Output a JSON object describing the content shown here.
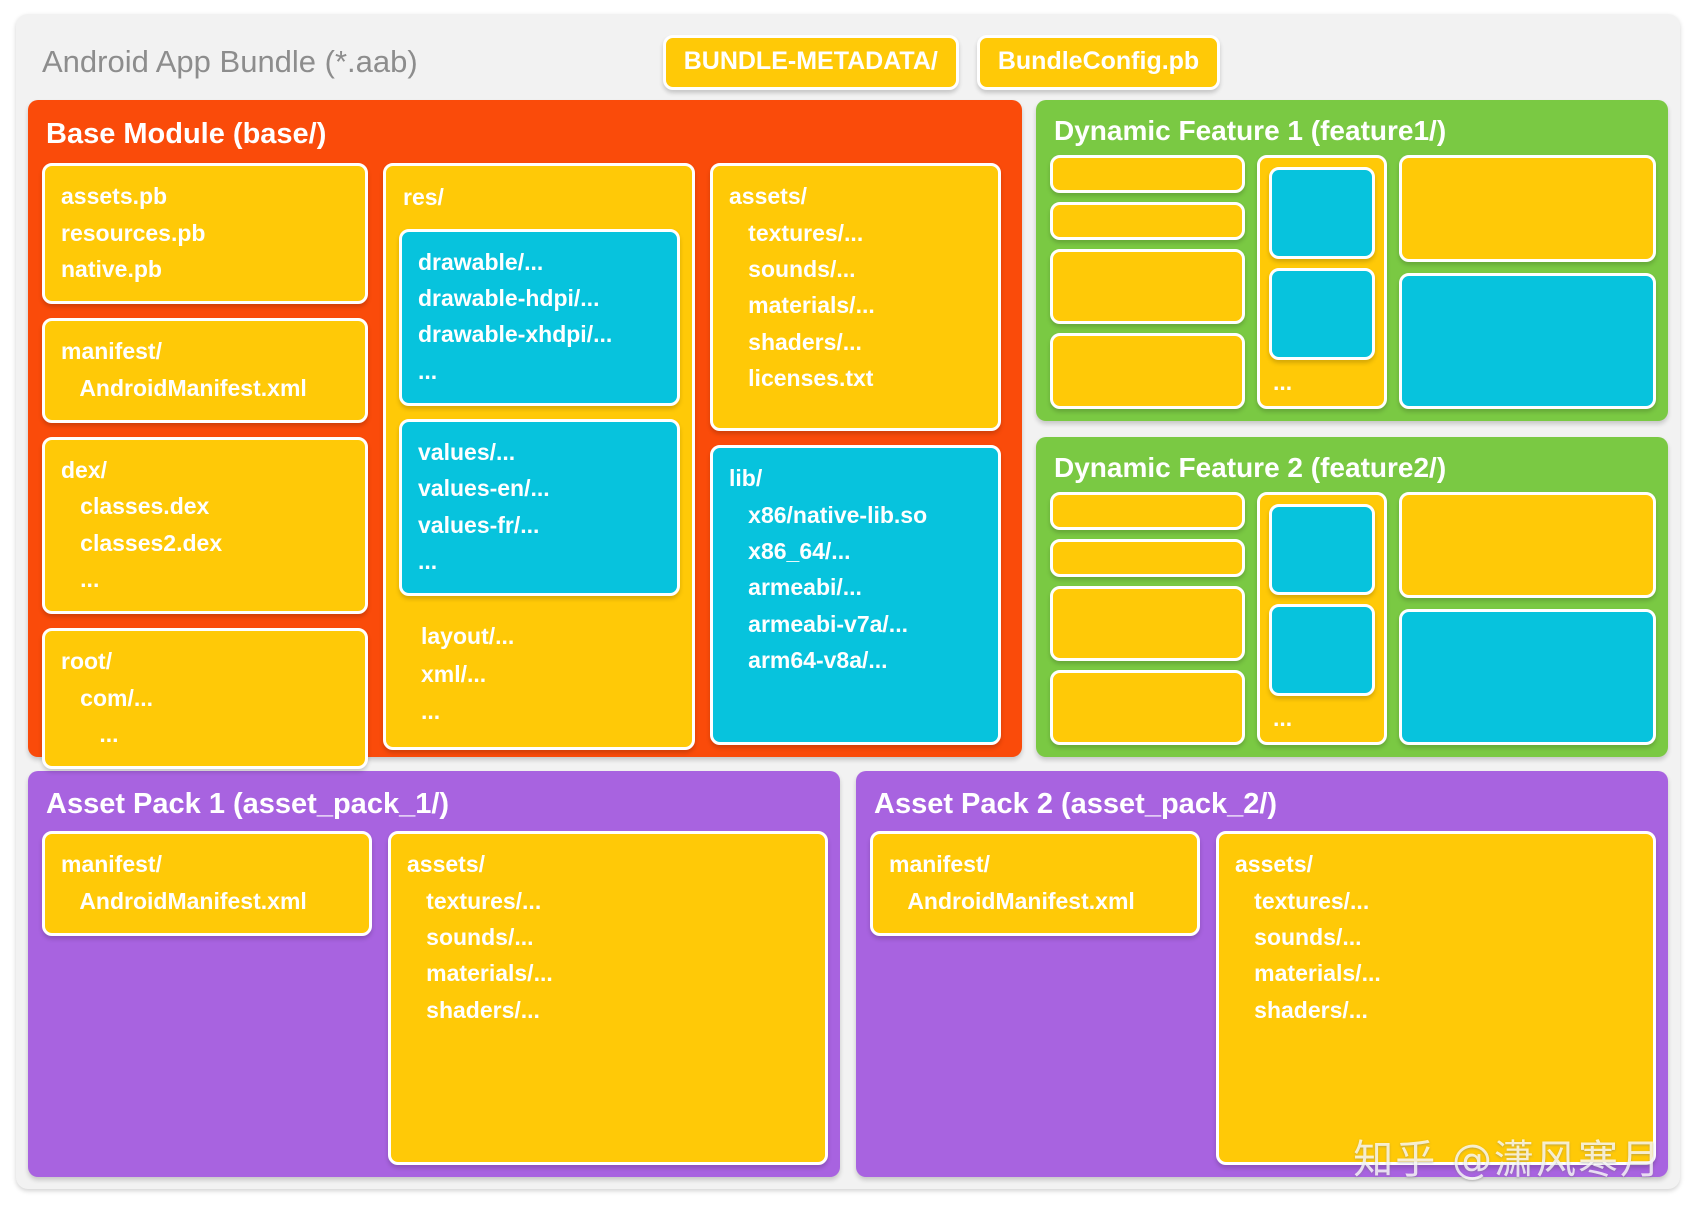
{
  "bundle": {
    "title": "Android App Bundle (*.aab)",
    "badges": [
      "BUNDLE-METADATA/",
      "BundleConfig.pb"
    ]
  },
  "base_module": {
    "title": "Base Module (base/)",
    "col_a": {
      "pb_files": "assets.pb\nresources.pb\nnative.pb",
      "manifest": "manifest/\n   AndroidManifest.xml",
      "dex": "dex/\n   classes.dex\n   classes2.dex\n   ...",
      "root": "root/\n   com/...\n      ..."
    },
    "col_b": {
      "res_label": "res/",
      "drawable": "drawable/...\ndrawable-hdpi/...\ndrawable-xhdpi/...\n...",
      "values": "values/...\nvalues-en/...\nvalues-fr/...\n...",
      "tail": "layout/...\nxml/...\n..."
    },
    "col_c": {
      "assets": "assets/\n   textures/...\n   sounds/...\n   materials/...\n   shaders/...\n   licenses.txt",
      "lib": "lib/\n   x86/native-lib.so\n   x86_64/...\n   armeabi/...\n   armeabi-v7a/...\n   arm64-v8a/..."
    }
  },
  "features": [
    {
      "title": "Dynamic Feature 1 (feature1/)",
      "dots": "..."
    },
    {
      "title": "Dynamic Feature 2 (feature2/)",
      "dots": "..."
    }
  ],
  "asset_packs": [
    {
      "title": "Asset Pack 1 (asset_pack_1/)",
      "manifest": "manifest/\n   AndroidManifest.xml",
      "assets": "assets/\n   textures/...\n   sounds/...\n   materials/...\n   shaders/..."
    },
    {
      "title": "Asset Pack 2 (asset_pack_2/)",
      "manifest": "manifest/\n   AndroidManifest.xml",
      "assets": "assets/\n   textures/...\n   sounds/...\n   materials/...\n   shaders/..."
    }
  ],
  "watermark": "知乎 @潇风寒月",
  "colors": {
    "base_module": "#fa4b0a",
    "feature": "#7ac943",
    "asset_pack": "#a863e0",
    "yellow_card": "#ffc907",
    "cyan_card": "#07c3dd",
    "panel_bg": "#f2f2f2",
    "title_text": "#8d8d8d"
  }
}
